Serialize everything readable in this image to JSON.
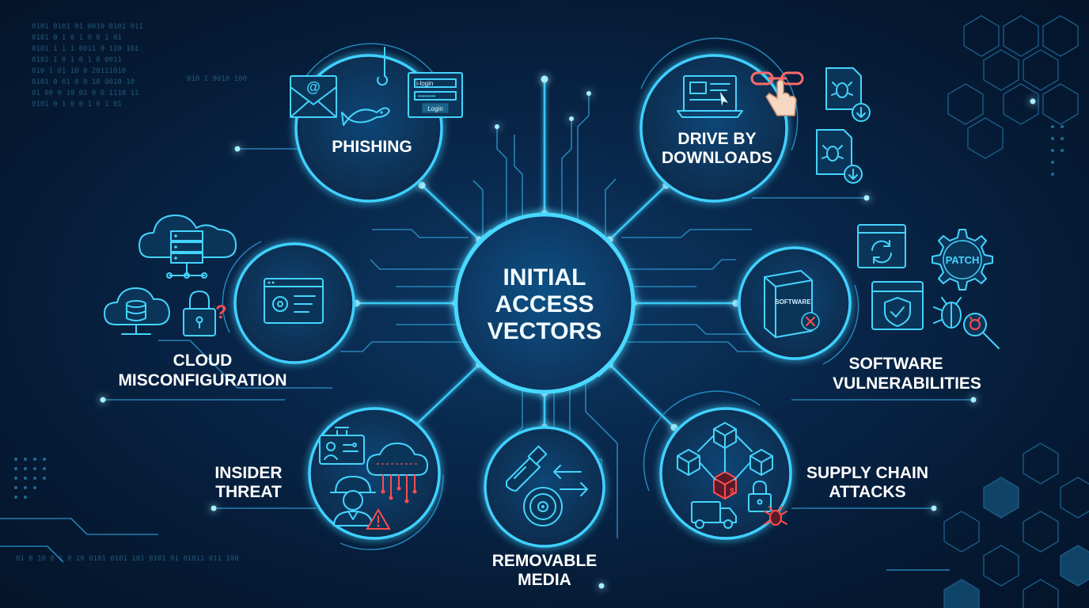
{
  "center": {
    "lines": [
      "INITIAL",
      "ACCESS",
      "VECTORS"
    ]
  },
  "vectors": {
    "phishing": [
      "PHISHING"
    ],
    "drive_by": [
      "DRIVE BY",
      "DOWNLOADS"
    ],
    "cloud": [
      "CLOUD",
      "MISCONFIGURATION"
    ],
    "software": [
      "SOFTWARE",
      "VULNERABILITIES"
    ],
    "insider": [
      "INSIDER",
      "THREAT"
    ],
    "removable": [
      "REMOVABLE",
      "MEDIA"
    ],
    "supply_chain": [
      "SUPPLY CHAIN",
      "ATTACKS"
    ]
  },
  "icon_text": {
    "login_field": "i-login",
    "login_button": "Login",
    "software_box": "SOFTWARE",
    "patch": "PATCH"
  },
  "binary": [
    "0101 0101  01  0010 0101 011",
    "0101  0  1   0 1 0 0 1 01",
    "0101 1  1 1   0011 0 110 101",
    "0101  1  0 1  0 1 0 0011",
    "010  1  01  10  0 20111010",
    "0101 0 01 0  0 10 0010  10",
    "01  00  0  10  01 0 0 1110  11",
    "0101 0 1 0 0 1 0 1 01"
  ],
  "binary_bottom": "01 0 10 0 1 0 10 0101  0101 101 0101 01 01011 011 100",
  "binary_right": "010 1 0010 100",
  "colors": {
    "background": "#062040",
    "accent": "#45d4ff",
    "glow": "#7fe8ff",
    "alert": "#ff4d4d",
    "text": "#ffffff"
  }
}
